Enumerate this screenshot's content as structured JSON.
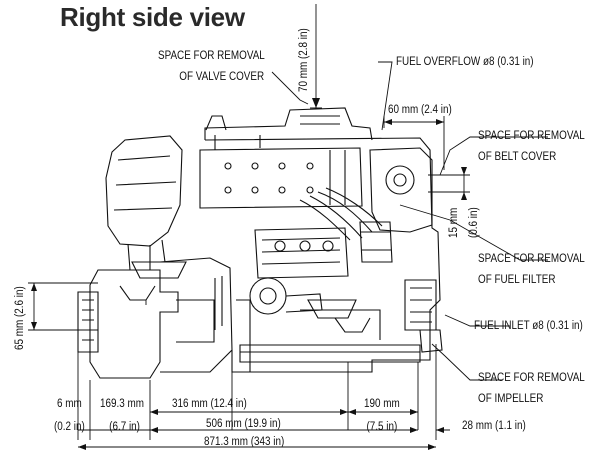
{
  "title": "Right side view",
  "callouts": {
    "valve_cover": [
      "SPACE FOR REMOVAL",
      "OF VALVE COVER"
    ],
    "belt_cover": [
      "SPACE FOR REMOVAL",
      "OF BELT COVER"
    ],
    "fuel_filter": [
      "SPACE FOR REMOVAL",
      "OF FUEL FILTER"
    ],
    "impeller": [
      "SPACE FOR REMOVAL",
      "OF IMPELLER"
    ],
    "fuel_overflow": "FUEL OVERFLOW ø8 (0.31 in)",
    "fuel_inlet": "FUEL INLET ø8 (0.31 in)"
  },
  "dimensions": {
    "top_clearance": "70 mm (2.8 in)",
    "overflow_offset": "60 mm (2.4 in)",
    "belt_clearance_mm": "15 mm",
    "belt_clearance_in": "(0.6 in)",
    "left_height": "65 mm (2.6 in)",
    "d6_mm": "6 mm",
    "d6_in": "(0.2 in)",
    "d169_mm": "169.3 mm",
    "d169_in": "(6.7 in)",
    "d316": "316 mm (12.4 in)",
    "d190_mm": "190 mm",
    "d190_in": "(7.5 in)",
    "d506": "506 mm (19.9 in)",
    "d28": "28 mm (1.1 in)",
    "d871": "871.3 mm (343 in)"
  }
}
